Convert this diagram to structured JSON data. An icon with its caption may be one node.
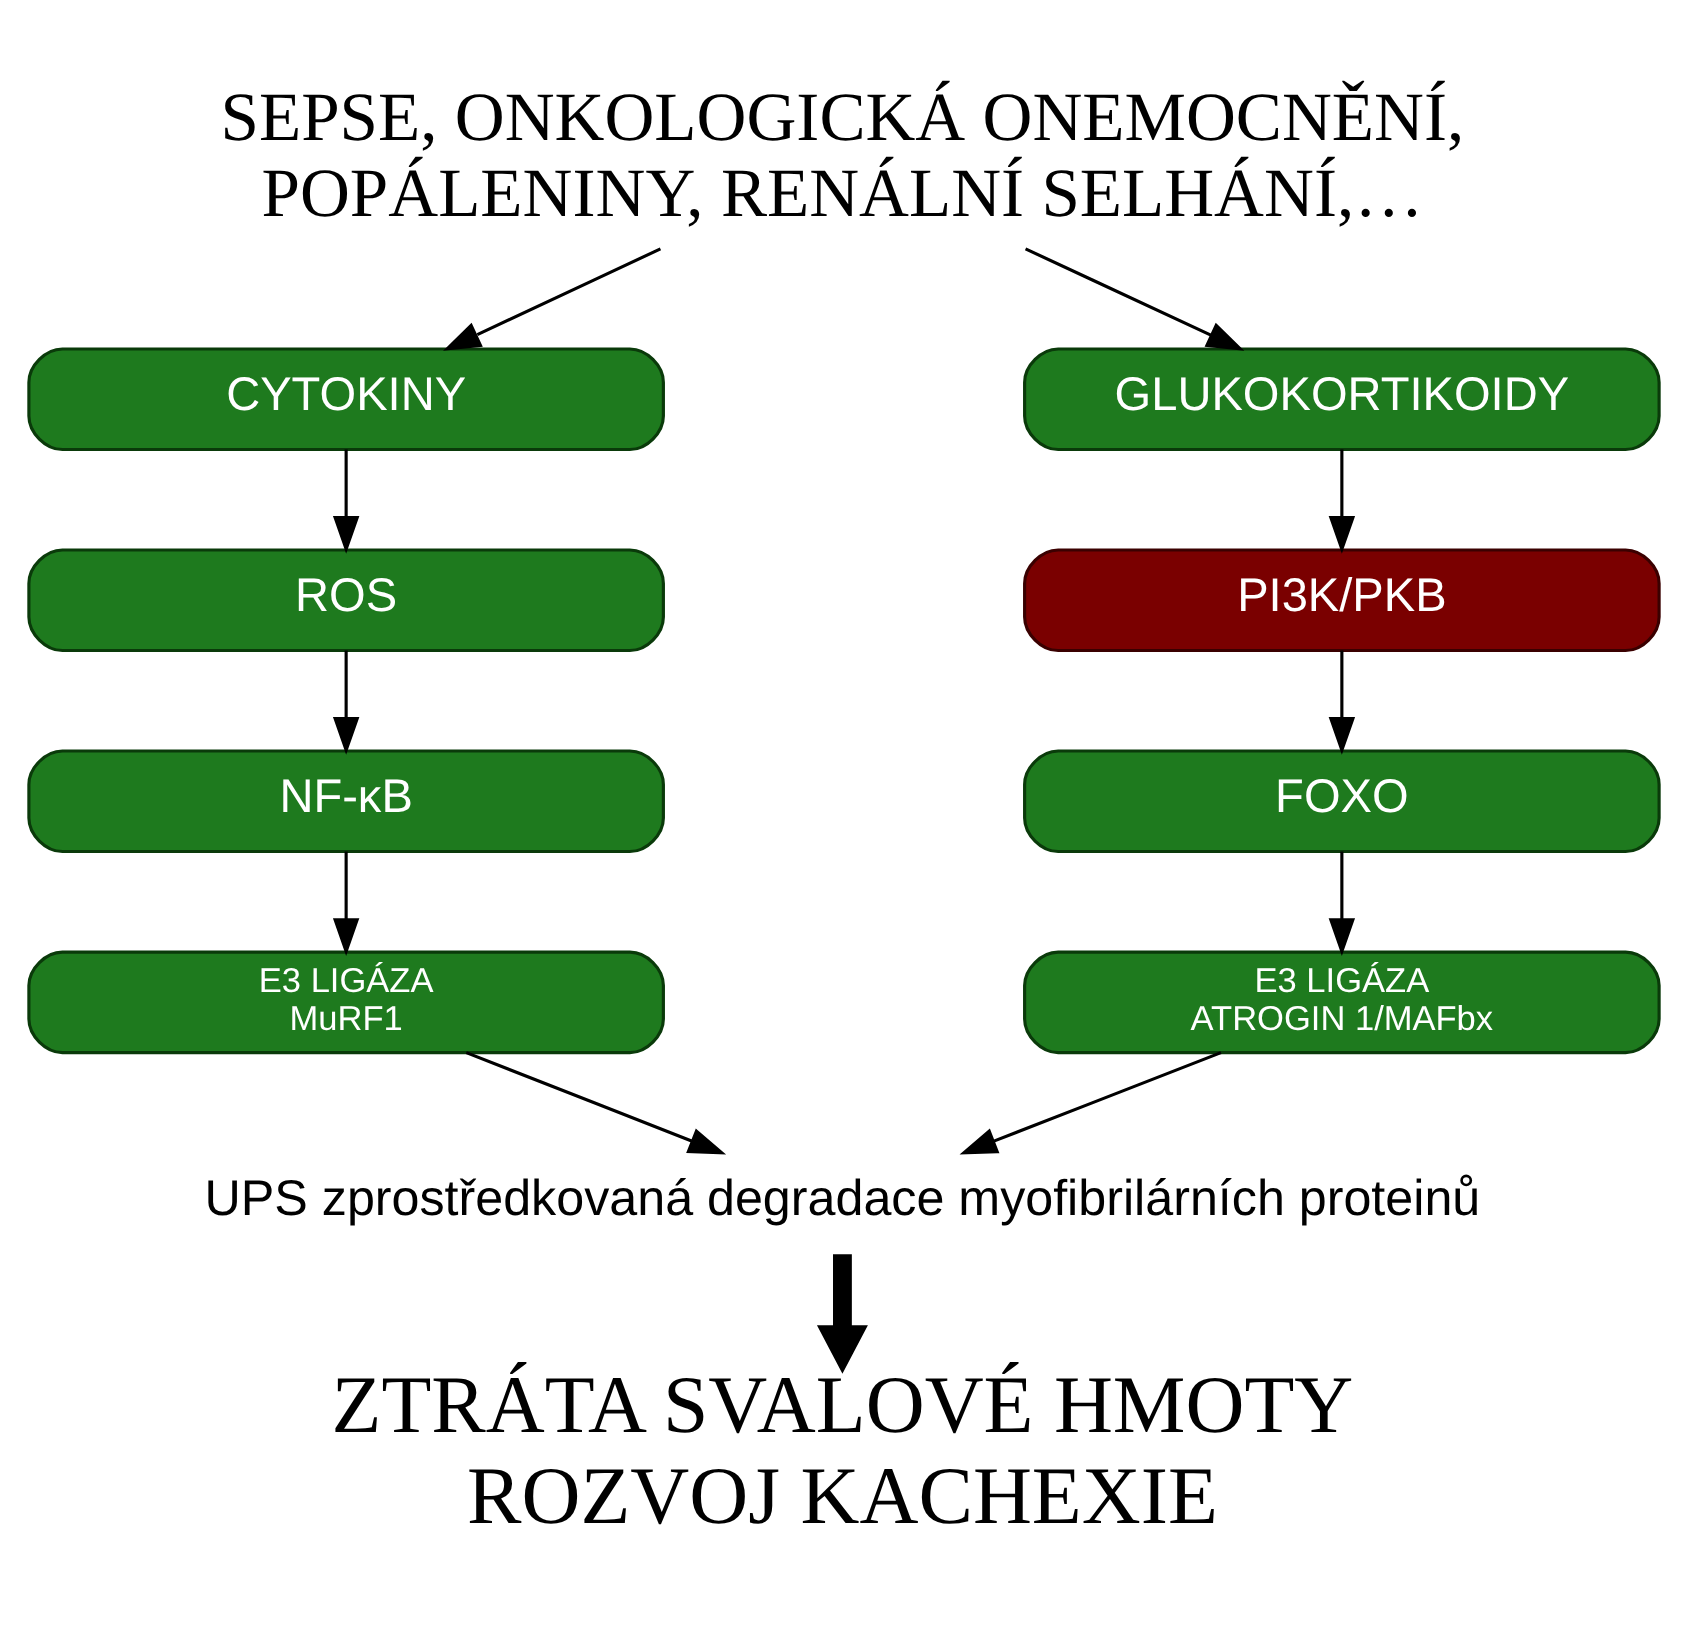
{
  "diagram": {
    "nodes": [
      {
        "text": [
          "SEPSE, ONKOLOGICKÁ ONEMOCNĚNÍ, POPÁLENINY, RENÁLNÍ SELHÁNÍ,…"
        ]
      },
      {
        "text": [
          "CYTOKINY"
        ]
      },
      {
        "text": [
          "GLUKOKORTIKOIDY"
        ]
      },
      {
        "text": [
          "ROS"
        ]
      },
      {
        "text": [
          "PI3K/PKB"
        ]
      },
      {
        "text": [
          "NF-κB"
        ]
      },
      {
        "text": [
          "FOXO"
        ]
      },
      {
        "text": [
          "E3 LIGÁZA MuRF1"
        ]
      },
      {
        "text": [
          "E3 LIGÁZA ATROGIN 1/MAFbx"
        ]
      },
      {
        "text": [
          "UPS zprostředkovaná degradace myofibrilárních proteinů"
        ]
      },
      {
        "text": [
          "ZTRÁTA SVALOVÉ HMOTY ROZVOJ KACHEXIE"
        ]
      }
    ],
    "edges": [
      {
        "from": 0,
        "to": 1,
        "arrow": "to"
      },
      {
        "from": 0,
        "to": 2,
        "arrow": "to"
      },
      {
        "from": 1,
        "to": 3,
        "arrow": "to"
      },
      {
        "from": 2,
        "to": 4,
        "arrow": "to"
      },
      {
        "from": 3,
        "to": 5,
        "arrow": "to"
      },
      {
        "from": 4,
        "to": 6,
        "arrow": "to"
      },
      {
        "from": 5,
        "to": 7,
        "arrow": "to"
      },
      {
        "from": 6,
        "to": 8,
        "arrow": "to"
      },
      {
        "from": 7,
        "to": 9,
        "arrow": "to"
      },
      {
        "from": 8,
        "to": 9,
        "arrow": "to"
      },
      {
        "from": 9,
        "to": 10,
        "arrow": "to",
        "style": "thick"
      }
    ]
  }
}
